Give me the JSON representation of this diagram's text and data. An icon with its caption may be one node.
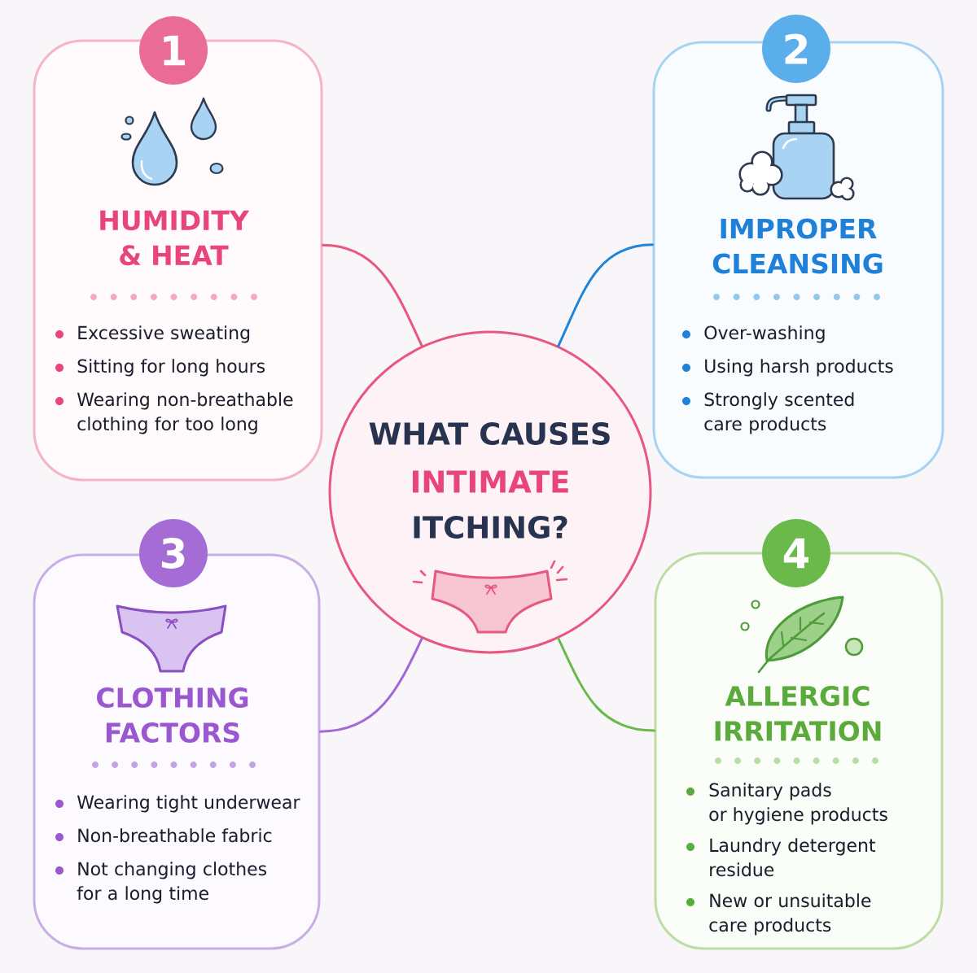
{
  "diagram": {
    "nodes": [
      {
        "text": [
          "WHAT CAUSES",
          "INTIMATE",
          "ITCHING?"
        ]
      },
      {
        "text": [
          "1",
          "HUMIDITY & HEAT",
          "Excessive sweating",
          "Sitting for long hours",
          "Wearing non-breathable clothing for too long"
        ]
      },
      {
        "text": [
          "2",
          "IMPROPER CLEANSING",
          "Over-washing",
          "Using harsh products",
          "Strongly scented care products"
        ]
      },
      {
        "text": [
          "3",
          "CLOTHING FACTORS",
          "Wearing tight underwear",
          "Non-breathable fabric",
          "Not changing clothes for a long time"
        ]
      },
      {
        "text": [
          "4",
          "ALLERGIC IRRITATION",
          "Sanitary pads or hygiene products",
          "Laundry detergent residue",
          "New or unsuitable care products"
        ]
      }
    ],
    "edges": [
      {
        "from": 0,
        "to": 1,
        "arrow": "none",
        "color": "#e8577f"
      },
      {
        "from": 0,
        "to": 2,
        "arrow": "none",
        "color": "#1e86da"
      },
      {
        "from": 0,
        "to": 3,
        "arrow": "none",
        "color": "#a468d6"
      },
      {
        "from": 0,
        "to": 4,
        "arrow": "none",
        "color": "#6cb84c"
      }
    ]
  }
}
